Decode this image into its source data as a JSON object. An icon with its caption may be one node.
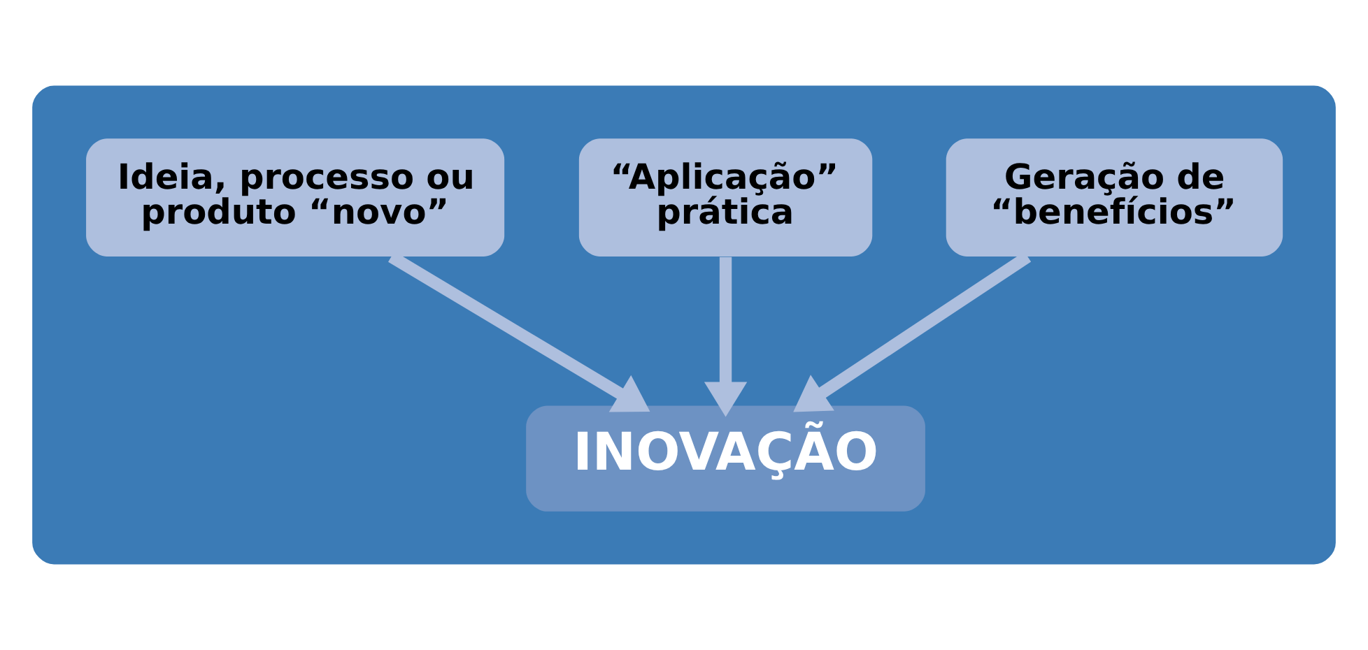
{
  "diagram": {
    "nodes": [
      {
        "text": [],
        "shape": "box"
      },
      {
        "text": [
          "Ideia, processo ou produto “novo”"
        ],
        "in": 0
      },
      {
        "text": [
          "“Aplicação” prática"
        ],
        "in": 0
      },
      {
        "text": [
          "Geração de “benefícios”"
        ],
        "in": 0
      },
      {
        "text": [
          "INOVAÇÃO"
        ],
        "in": 0
      }
    ],
    "edges": [
      {
        "from": 1,
        "to": 4,
        "arrow": "to"
      },
      {
        "from": 2,
        "to": 4,
        "arrow": "to"
      },
      {
        "from": 3,
        "to": 4,
        "arrow": "to"
      }
    ]
  }
}
